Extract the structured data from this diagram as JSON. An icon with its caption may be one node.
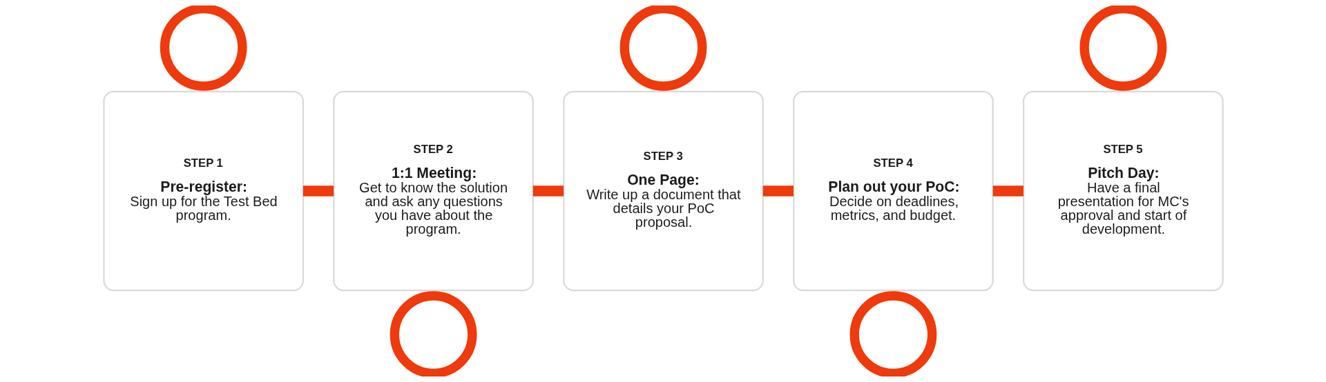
{
  "diagram": {
    "nodes": [
      {
        "text": [],
        "shape": "circle"
      },
      {
        "text": [
          "STEP 1",
          "Pre-register:",
          "Sign up for the Test Bed program."
        ]
      },
      {
        "text": [
          "STEP 2",
          "1:1 Meeting:",
          "Get to know the solution and ask any questions you have about the program."
        ]
      },
      {
        "text": [],
        "shape": "circle"
      },
      {
        "text": [],
        "shape": "circle"
      },
      {
        "text": [
          "STEP 3",
          "One Page:",
          "Write up a document that details your PoC proposal."
        ]
      },
      {
        "text": [
          "STEP 4",
          "Plan out your PoC:",
          "Decide on deadlines, metrics, and budget."
        ]
      },
      {
        "text": [],
        "shape": "circle"
      },
      {
        "text": [],
        "shape": "circle"
      },
      {
        "text": [
          "STEP 5",
          "Pitch Day:",
          "Have a final presentation for MC's approval and start of development."
        ]
      }
    ],
    "edges": [
      {
        "from": 1,
        "to": 2,
        "arrow": "none"
      },
      {
        "from": 2,
        "to": 5,
        "arrow": "none"
      },
      {
        "from": 5,
        "to": 6,
        "arrow": "none"
      },
      {
        "from": 6,
        "to": 9,
        "arrow": "none"
      }
    ]
  }
}
